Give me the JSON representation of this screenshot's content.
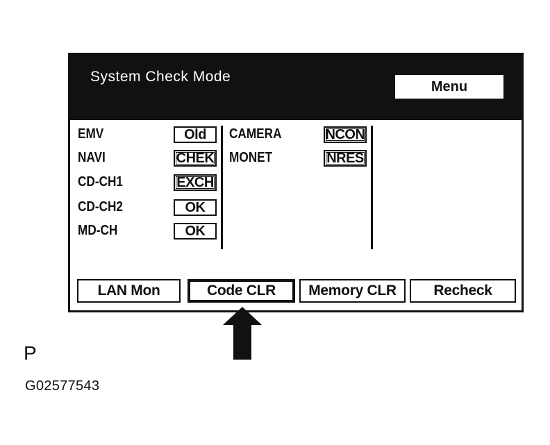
{
  "header": {
    "title": "System Check Mode",
    "menu_label": "Menu"
  },
  "left_column": [
    {
      "label": "EMV",
      "status": "Old"
    },
    {
      "label": "NAVI",
      "status": "CHEK"
    },
    {
      "label": "CD-CH1",
      "status": "EXCH"
    },
    {
      "label": "CD-CH2",
      "status": "OK"
    },
    {
      "label": "MD-CH",
      "status": "OK"
    }
  ],
  "middle_column": [
    {
      "label": "CAMERA",
      "status": "NCON"
    },
    {
      "label": "MONET",
      "status": "NRES"
    }
  ],
  "buttons": {
    "lan_mon": "LAN Mon",
    "code_clr": "Code CLR",
    "memory_clr": "Memory CLR",
    "recheck": "Recheck"
  },
  "selected_button": "code_clr",
  "pointer_icon": "arrow-up-icon",
  "caption": {
    "letter": "P",
    "figure_id": "G02577543"
  },
  "colors": {
    "foreground": "#111111",
    "background": "#ffffff"
  }
}
